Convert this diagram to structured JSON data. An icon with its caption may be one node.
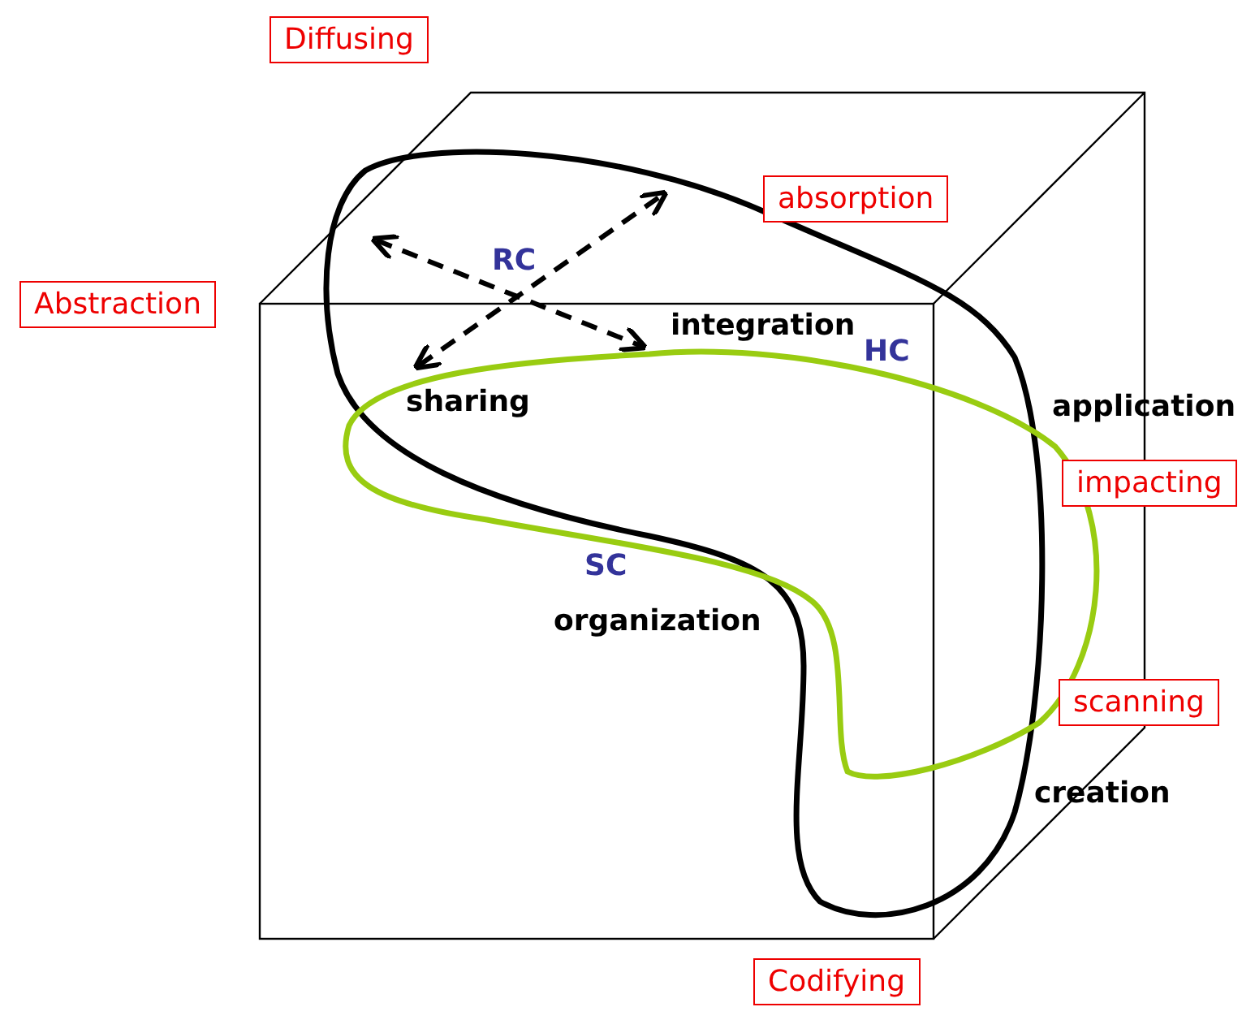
{
  "diagram": {
    "nodes": [
      {
        "text": [
          "Diffusing"
        ]
      },
      {
        "text": [
          "absorption"
        ]
      },
      {
        "text": [
          "Abstraction"
        ]
      },
      {
        "text": [
          "impacting"
        ]
      },
      {
        "text": [
          "scanning"
        ]
      },
      {
        "text": [
          "Codifying"
        ]
      }
    ],
    "labels": [
      "RC",
      "integration",
      "HC",
      "sharing",
      "application",
      "SC",
      "organization",
      "creation"
    ]
  }
}
